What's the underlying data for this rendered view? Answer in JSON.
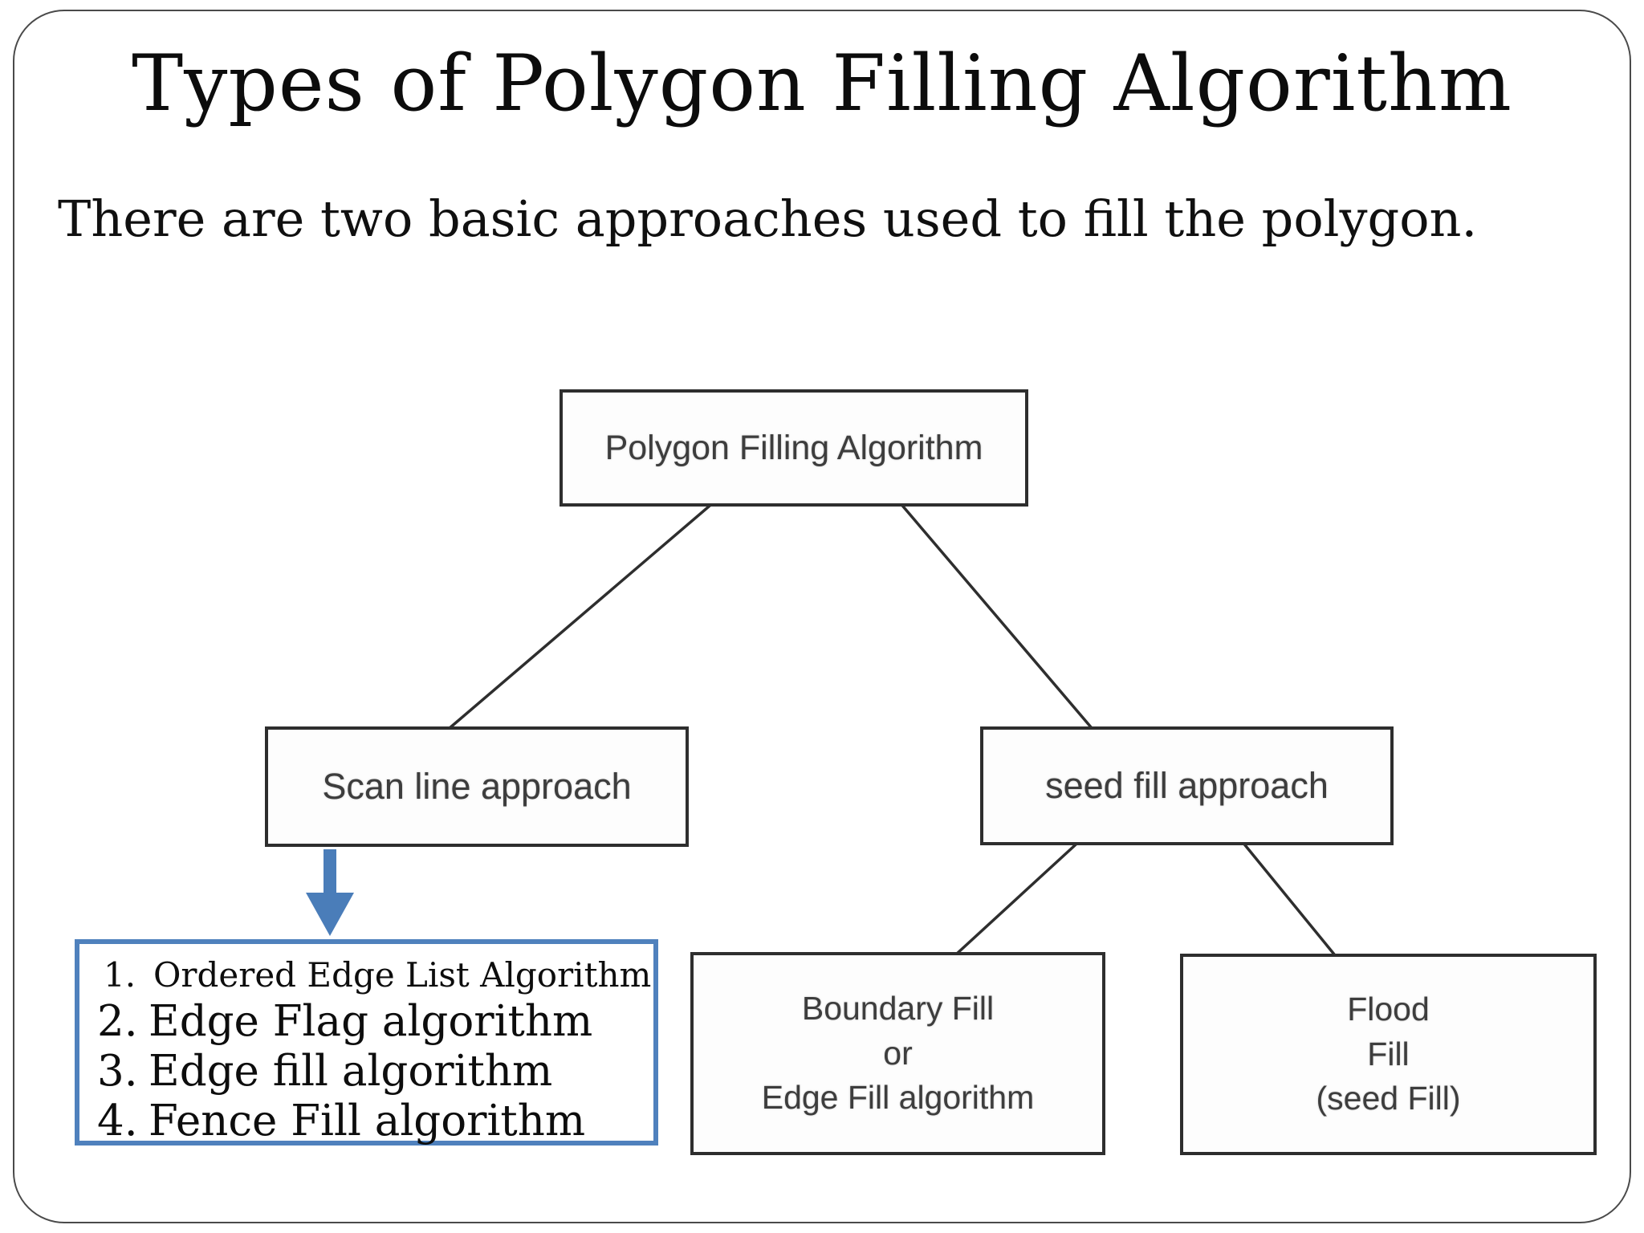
{
  "slide": {
    "title": "Types of Polygon Filling Algorithm",
    "subtitle": "There are two basic approaches used to fill the polygon."
  },
  "diagram": {
    "root_label": "Polygon Filling Algorithm",
    "scan_label": "Scan line approach",
    "seed_label": "seed fill approach",
    "boundary_lines": [
      "Boundary Fill",
      "or",
      "Edge Fill algorithm"
    ],
    "flood_lines": [
      "Flood",
      "Fill",
      "(seed Fill)"
    ]
  },
  "scan_line_algorithms": {
    "items": [
      {
        "num": "1.",
        "label": "Ordered Edge List Algorithm"
      },
      {
        "num": "2.",
        "label": "Edge Flag algorithm"
      },
      {
        "num": "3.",
        "label": "Edge fill algorithm"
      },
      {
        "num": "4.",
        "label": "Fence Fill algorithm"
      }
    ]
  },
  "colors": {
    "accent_blue": "#4f81bd",
    "box_border": "#2e2e2e",
    "slide_border": "#4a4a4a"
  }
}
